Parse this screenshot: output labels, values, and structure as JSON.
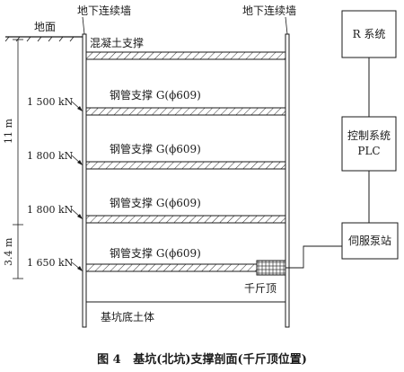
{
  "left_wall_label": "地下连续墙",
  "right_wall_label": "地下连续墙",
  "ground_label": "地面",
  "struts": [
    {
      "label": "混凝土支撑",
      "force": ""
    },
    {
      "label": "钢管支撑 G(ϕ609)",
      "force": "1 500 kN"
    },
    {
      "label": "钢管支撑 G(ϕ609)",
      "force": "1 800 kN"
    },
    {
      "label": "钢管支撑 G(ϕ609)",
      "force": "1 800 kN"
    },
    {
      "label": "钢管支撑 G(ϕ609)",
      "force": "1 650 kN"
    }
  ],
  "dim_total": "11 m",
  "dim_bottom": "3.4 m",
  "jack_label": "千斤顶",
  "pit_bottom_label": "基坑底土体",
  "control_boxes": {
    "r_system": "R 系统",
    "plc_line1": "控制系统",
    "plc_line2": "PLC",
    "pump": "伺服泵站"
  },
  "caption": "图 4   基坑(北坑)支撑剖面(千斤顶位置)"
}
